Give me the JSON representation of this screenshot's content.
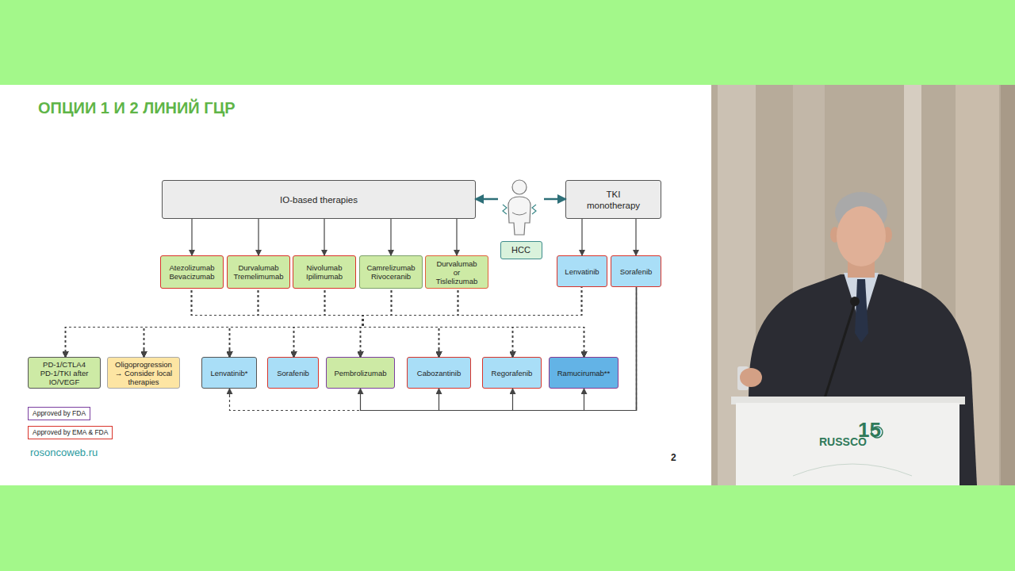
{
  "diagram": {
    "title": "ОПЦИИ 1 И 2 ЛИНИЙ ГЦР",
    "nodes": [
      {
        "text": [
          "IO-based therapies"
        ]
      },
      {
        "text": [
          "HCC"
        ]
      },
      {
        "text": [
          "TKI monotherapy"
        ]
      },
      {
        "text": [
          "Atezolizumab Bevacizumab"
        ]
      },
      {
        "text": [
          "Durvalumab Tremelimumab"
        ]
      },
      {
        "text": [
          "Nivolumab Ipilimumab"
        ]
      },
      {
        "text": [
          "Camrelizumab Rivoceranib"
        ]
      },
      {
        "text": [
          "Durvalumab or Tislelizumab"
        ]
      },
      {
        "text": [
          "Lenvatinib"
        ]
      },
      {
        "text": [
          "Sorafenib"
        ]
      },
      {
        "text": [
          "PD-1/CTLA4 PD-1/TKI after IO/VEGF"
        ]
      },
      {
        "text": [
          "Oligoprogression → Consider local therapies"
        ]
      },
      {
        "text": [
          "Lenvatinib*"
        ]
      },
      {
        "text": [
          "Sorafenib"
        ]
      },
      {
        "text": [
          "Pembrolizumab"
        ]
      },
      {
        "text": [
          "Cabozantinib"
        ]
      },
      {
        "text": [
          "Regorafenib"
        ]
      },
      {
        "text": [
          "Ramucirumab**"
        ]
      }
    ],
    "edges": [
      {
        "from": 1,
        "to": 0,
        "arrow": "to"
      },
      {
        "from": 1,
        "to": 2,
        "arrow": "to"
      },
      {
        "from": 0,
        "to": 3,
        "arrow": "to"
      },
      {
        "from": 0,
        "to": 4,
        "arrow": "to"
      },
      {
        "from": 0,
        "to": 5,
        "arrow": "to"
      },
      {
        "from": 0,
        "to": 6,
        "arrow": "to"
      },
      {
        "from": 0,
        "to": 7,
        "arrow": "to"
      },
      {
        "from": 2,
        "to": 8,
        "arrow": "to"
      },
      {
        "from": 2,
        "to": 9,
        "arrow": "to"
      },
      {
        "from": 3,
        "to": 10,
        "arrow": "to"
      },
      {
        "from": 3,
        "to": 11,
        "arrow": "to"
      },
      {
        "from": 3,
        "to": 12,
        "arrow": "to"
      },
      {
        "from": 3,
        "to": 13,
        "arrow": "to"
      },
      {
        "from": 3,
        "to": 14,
        "arrow": "to"
      },
      {
        "from": 3,
        "to": 15,
        "arrow": "to"
      },
      {
        "from": 3,
        "to": 16,
        "arrow": "to"
      },
      {
        "from": 3,
        "to": 17,
        "arrow": "to"
      },
      {
        "from": 4,
        "to": 10,
        "arrow": "to"
      },
      {
        "from": 4,
        "to": 11,
        "arrow": "to"
      },
      {
        "from": 4,
        "to": 12,
        "arrow": "to"
      },
      {
        "from": 4,
        "to": 13,
        "arrow": "to"
      },
      {
        "from": 4,
        "to": 14,
        "arrow": "to"
      },
      {
        "from": 4,
        "to": 15,
        "arrow": "to"
      },
      {
        "from": 4,
        "to": 16,
        "arrow": "to"
      },
      {
        "from": 4,
        "to": 17,
        "arrow": "to"
      },
      {
        "from": 5,
        "to": 10,
        "arrow": "to"
      },
      {
        "from": 5,
        "to": 11,
        "arrow": "to"
      },
      {
        "from": 5,
        "to": 12,
        "arrow": "to"
      },
      {
        "from": 5,
        "to": 13,
        "arrow": "to"
      },
      {
        "from": 5,
        "to": 14,
        "arrow": "to"
      },
      {
        "from": 5,
        "to": 15,
        "arrow": "to"
      },
      {
        "from": 5,
        "to": 16,
        "arrow": "to"
      },
      {
        "from": 5,
        "to": 17,
        "arrow": "to"
      },
      {
        "from": 6,
        "to": 10,
        "arrow": "to"
      },
      {
        "from": 6,
        "to": 11,
        "arrow": "to"
      },
      {
        "from": 6,
        "to": 12,
        "arrow": "to"
      },
      {
        "from": 6,
        "to": 13,
        "arrow": "to"
      },
      {
        "from": 6,
        "to": 14,
        "arrow": "to"
      },
      {
        "from": 6,
        "to": 15,
        "arrow": "to"
      },
      {
        "from": 6,
        "to": 16,
        "arrow": "to"
      },
      {
        "from": 6,
        "to": 17,
        "arrow": "to"
      },
      {
        "from": 7,
        "to": 10,
        "arrow": "to"
      },
      {
        "from": 7,
        "to": 11,
        "arrow": "to"
      },
      {
        "from": 7,
        "to": 12,
        "arrow": "to"
      },
      {
        "from": 7,
        "to": 13,
        "arrow": "to"
      },
      {
        "from": 7,
        "to": 14,
        "arrow": "to"
      },
      {
        "from": 7,
        "to": 15,
        "arrow": "to"
      },
      {
        "from": 7,
        "to": 16,
        "arrow": "to"
      },
      {
        "from": 7,
        "to": 17,
        "arrow": "to"
      },
      {
        "from": 8,
        "to": 10,
        "arrow": "to"
      },
      {
        "from": 8,
        "to": 11,
        "arrow": "to"
      },
      {
        "from": 8,
        "to": 12,
        "arrow": "to"
      },
      {
        "from": 8,
        "to": 13,
        "arrow": "to"
      },
      {
        "from": 8,
        "to": 14,
        "arrow": "to"
      },
      {
        "from": 8,
        "to": 15,
        "arrow": "to"
      },
      {
        "from": 8,
        "to": 16,
        "arrow": "to"
      },
      {
        "from": 8,
        "to": 17,
        "arrow": "to"
      },
      {
        "from": 9,
        "to": 12,
        "arrow": "to"
      },
      {
        "from": 9,
        "to": 14,
        "arrow": "to"
      },
      {
        "from": 9,
        "to": 15,
        "arrow": "to"
      },
      {
        "from": 9,
        "to": 16,
        "arrow": "to"
      },
      {
        "from": 9,
        "to": 17,
        "arrow": "to"
      }
    ],
    "labels": [
      "rosoncoweb.ru",
      "2",
      "RUSSCO",
      "15"
    ],
    "legend": [
      {
        "text": "Approved by FDA",
        "color": "#7b3fa0"
      },
      {
        "text": "Approved by EMA & FDA",
        "color": "#d9342b"
      }
    ]
  }
}
